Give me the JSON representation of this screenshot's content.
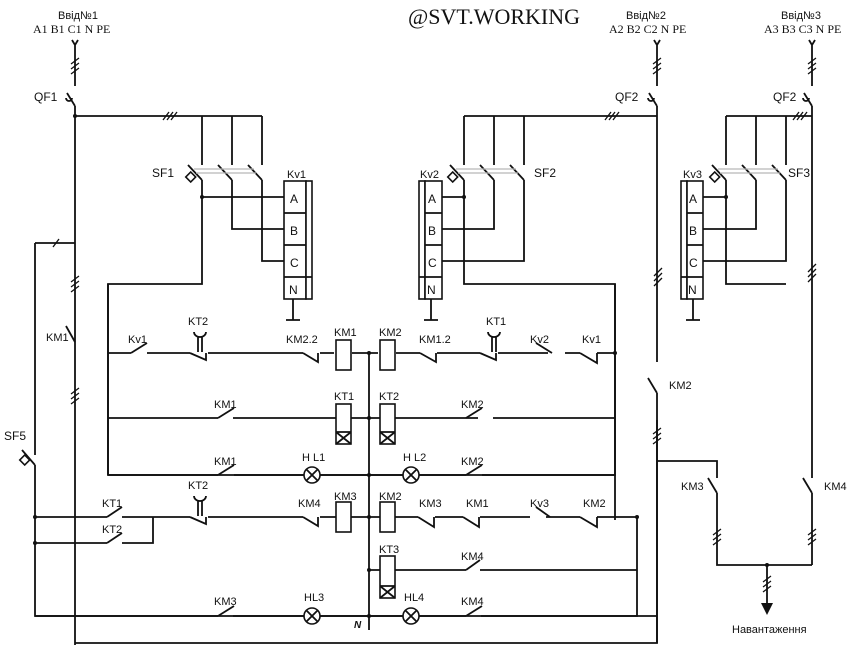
{
  "watermark": "@SVT.WORKING",
  "feeders": [
    {
      "title": "Ввід№1",
      "phases": "A1 B1 C1 N PE",
      "breaker": "QF1"
    },
    {
      "title": "Ввід№2",
      "phases": "A2 B2 C2 N PE",
      "breaker": "QF2"
    },
    {
      "title": "Ввід№3",
      "phases": "A3 B3 C3 N PE",
      "breaker": "QF2"
    }
  ],
  "breakers": {
    "sf1": "SF1",
    "sf2": "SF2",
    "sf3": "SF3",
    "sf5": "SF5"
  },
  "voltage_relays": [
    {
      "name": "Kv1",
      "terminals": [
        "A",
        "B",
        "C",
        "N"
      ]
    },
    {
      "name": "Kv2",
      "terminals": [
        "A",
        "B",
        "C",
        "N"
      ]
    },
    {
      "name": "Kv3",
      "terminals": [
        "A",
        "B",
        "C",
        "N"
      ]
    }
  ],
  "power_contacts": {
    "km1": "KM1",
    "km2": "KM2",
    "km3": "KM3",
    "km4": "KM4"
  },
  "control": {
    "row1": {
      "left": [
        "Kv1",
        "KT2",
        "KM2.2"
      ],
      "coils": [
        "KM1",
        "KM2"
      ],
      "right": [
        "KM1.2",
        "KT1",
        "Kv2",
        "Kv1"
      ]
    },
    "row2": {
      "left": [
        "KM1"
      ],
      "coils": [
        "KT1",
        "KT2"
      ],
      "right": [
        "KM2"
      ]
    },
    "row3": {
      "left": [
        "KM1"
      ],
      "lamps": [
        "H L1",
        "H L2"
      ],
      "right": [
        "KM2"
      ]
    },
    "row4": {
      "left": [
        "KT1",
        "KT2",
        "KT2",
        "KM4"
      ],
      "coils": [
        "KM3",
        "KM2"
      ],
      "right": [
        "KM3",
        "KM1",
        "Kv3",
        "KM2"
      ]
    },
    "row5": {
      "coils": [
        "KT3"
      ],
      "right": [
        "KM4"
      ]
    },
    "row6": {
      "left": [
        "KM3"
      ],
      "lamps": [
        "HL3",
        "HL4"
      ],
      "right": [
        "KM4"
      ]
    },
    "neutral": "N"
  },
  "load_label": "Навантаження"
}
